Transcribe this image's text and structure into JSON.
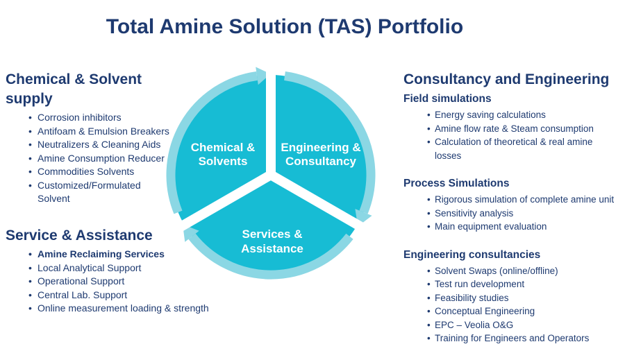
{
  "title": "Total Amine Solution (TAS) Portfolio",
  "colors": {
    "navy": "#1e3a70",
    "pie_fill": "#17bcd4",
    "ring": "#8bd7e4",
    "segment_label": "#ffffff",
    "background": "#ffffff"
  },
  "sections": {
    "chemical": {
      "heading": "Chemical & Solvent supply",
      "items": [
        "Corrosion inhibitors",
        "Antifoam & Emulsion Breakers",
        "Neutralizers & Cleaning Aids",
        "Amine Consumption Reducer",
        "Commodities Solvents",
        "Customized/Formulated\nSolvent"
      ]
    },
    "service": {
      "heading": "Service & Assistance",
      "items": [
        "Amine Reclaiming Services",
        "Local Analytical Support",
        "Operational Support",
        "Central Lab. Support",
        "Online measurement loading & strength"
      ]
    },
    "consultancy": {
      "heading": "Consultancy and Engineering",
      "groups": [
        {
          "subheading": "Field simulations",
          "items": [
            "Energy saving calculations",
            "Amine flow rate & Steam consumption",
            "Calculation of theoretical & real amine\nlosses"
          ]
        },
        {
          "subheading": "Process Simulations",
          "items": [
            "Rigorous simulation of complete amine unit",
            "Sensitivity analysis",
            "Main equipment evaluation"
          ]
        },
        {
          "subheading": "Engineering consultancies",
          "items": [
            "Solvent Swaps (online/offline)",
            "Test run development",
            "Feasibility studies",
            "Conceptual Engineering",
            "EPC –  Veolia O&G",
            "Training for Engineers and Operators"
          ]
        }
      ]
    }
  },
  "diagram": {
    "segments": [
      {
        "line1": "Chemical &",
        "line2": "Solvents"
      },
      {
        "line1": "Engineering &",
        "line2": "Consultancy"
      },
      {
        "line1": "Services &",
        "line2": "Assistance"
      }
    ]
  }
}
